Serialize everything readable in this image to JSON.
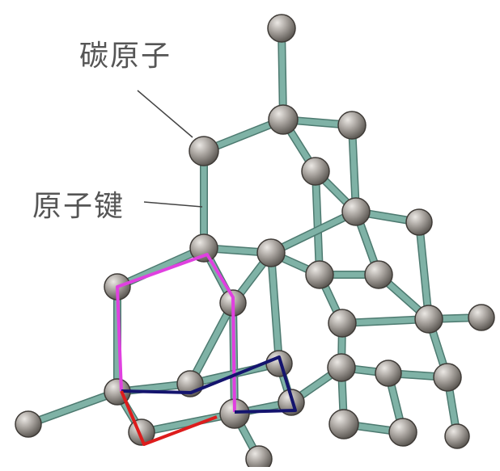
{
  "labels": {
    "carbon_atom": "碳原子",
    "atomic_bond": "原子键"
  },
  "colors": {
    "bond": "#7fb2a6",
    "bond_edge": "#4d7a70",
    "atom_light": "#cfcac4",
    "atom_dark": "#5e5a55",
    "leader": "#444444",
    "highlight_magenta": "#e040e0",
    "highlight_navy": "#14146e",
    "highlight_red": "#dd1c1c"
  },
  "molecule": {
    "atoms": [
      "a0",
      "a1",
      "a2",
      "a3",
      "a4",
      "a5",
      "a6",
      "a7",
      "a8",
      "a9",
      "a10",
      "a11",
      "a12",
      "a13",
      "a14",
      "a15",
      "a16",
      "a17",
      "a18",
      "a19",
      "a20",
      "a21",
      "a22",
      "a23",
      "a24",
      "a25",
      "a26"
    ]
  },
  "highlights": [
    "magenta-ring",
    "navy-ring",
    "red-bond-path"
  ]
}
